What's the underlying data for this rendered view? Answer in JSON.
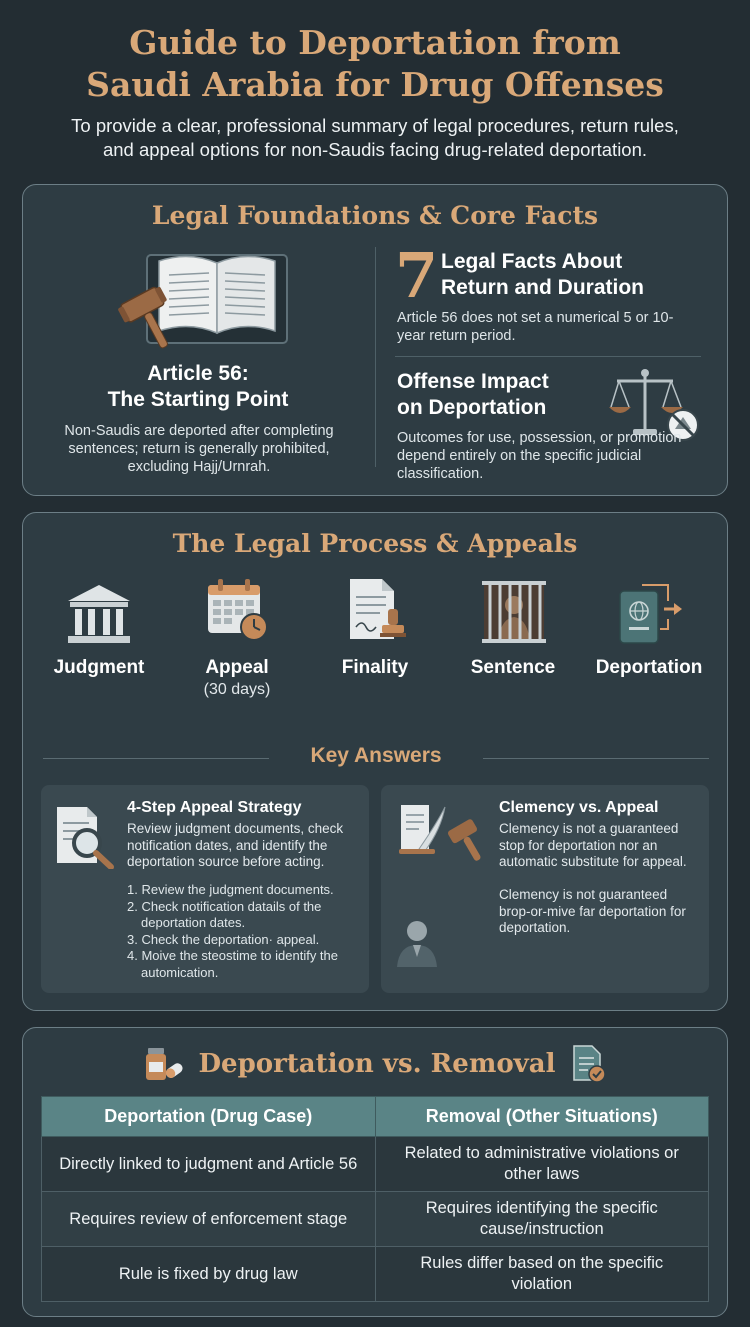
{
  "header": {
    "title_line1": "Guide to Deportation from",
    "title_line2": "Saudi Arabia for Drug Offenses",
    "subtitle_line1": "To provide a clear, professional summary of legal procedures, return rules,",
    "subtitle_line2": "and appeal options for non-Saudis facing drug-related deportation."
  },
  "foundations": {
    "title": "Legal Foundations & Core Facts",
    "article56": {
      "title_line1": "Article 56:",
      "title_line2": "The Starting Point",
      "text": "Non-Saudis are deported after completing sentences; return is generally prohibited, excluding Hajj/Urnrah."
    },
    "facts": {
      "number": "7",
      "title_line1": "Legal Facts About",
      "title_line2": "Return and Duration",
      "text": "Article 56 does not set a numerical 5 or 10-year return period."
    },
    "impact": {
      "title_line1": "Offense Impact",
      "title_line2": "on Deportation",
      "text": "Outcomes for use, possession, or promotion depend entirely on the specific judicial classification."
    }
  },
  "process": {
    "title": "The Legal Process & Appeals",
    "steps": [
      {
        "label": "Judgment",
        "note": ""
      },
      {
        "label": "Appeal",
        "note": "(30 days)"
      },
      {
        "label": "Finality",
        "note": ""
      },
      {
        "label": "Sentence",
        "note": ""
      },
      {
        "label": "Deportation",
        "note": ""
      }
    ],
    "key_answers_title": "Key Answers",
    "strategy": {
      "title": "4-Step Appeal Strategy",
      "text": "Review judgment documents, check notification dates, and identify the deportation source before acting.",
      "steps": [
        "1. Review the judgment documents.",
        "2. Check notification datails of the",
        "    deportation dates.",
        "3. Check the deportation· appeal.",
        "4. Moive the steostime to identify the",
        "    automication."
      ]
    },
    "clemency": {
      "title": "Clemency vs. Appeal",
      "text": "Clemency is not a guaranteed stop for deportation nor an automatic substitute for appeal.",
      "text2": "Clemency is not guaranteed brop-or-mive far deportation for deportation."
    }
  },
  "compare": {
    "title": "Deportation vs. Removal",
    "headers": [
      "Deportation (Drug Case)",
      "Removal (Other Situations)"
    ],
    "rows": [
      [
        "Directly linked to judgment and Article 56",
        "Related to administrative violations or other laws"
      ],
      [
        "Requires review of enforcement stage",
        "Requires identifying the specific cause/instruction"
      ],
      [
        "Rule is fixed by drug law",
        "Rules differ based on the specific violation"
      ]
    ]
  },
  "colors": {
    "background": "#232d33",
    "panel": "#2e3c43",
    "accent_gold": "#d9a878",
    "table_header": "#5a8486"
  }
}
